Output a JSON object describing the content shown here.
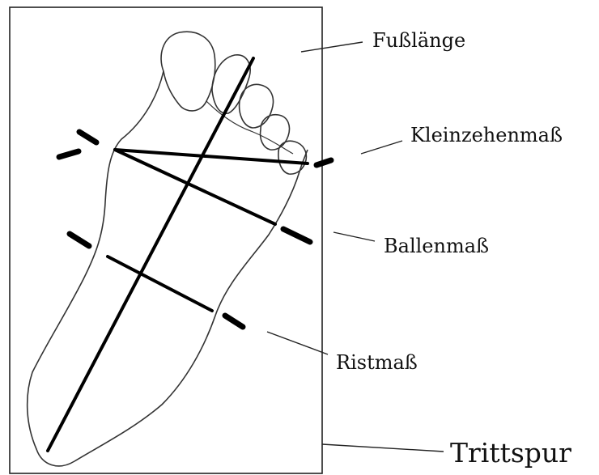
{
  "labels": {
    "foot_length": "Fußlänge",
    "little_toe": "Kleinzehenmaß",
    "ball": "Ballenmaß",
    "instep": "Ristmaß",
    "footprint": "Trittspur"
  },
  "colors": {
    "background": "#ffffff",
    "ink": "#111111"
  }
}
